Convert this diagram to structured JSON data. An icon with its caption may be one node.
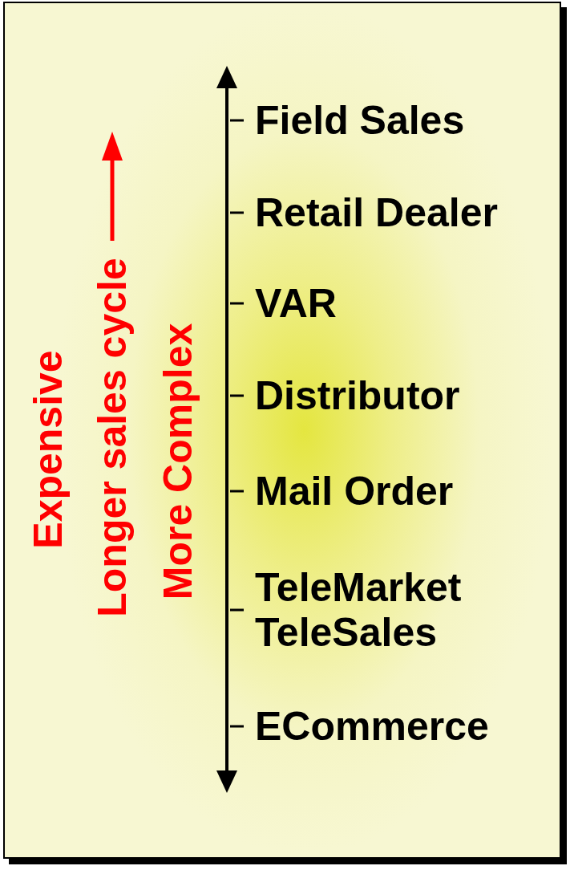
{
  "diagram": {
    "labels": [
      "Expensive",
      "Longer sales cycle",
      "More Complex",
      "Field Sales",
      "Retail Dealer",
      "VAR",
      "Distributor",
      "Mail Order",
      "TeleMarket TeleSales",
      "ECommerce"
    ]
  }
}
